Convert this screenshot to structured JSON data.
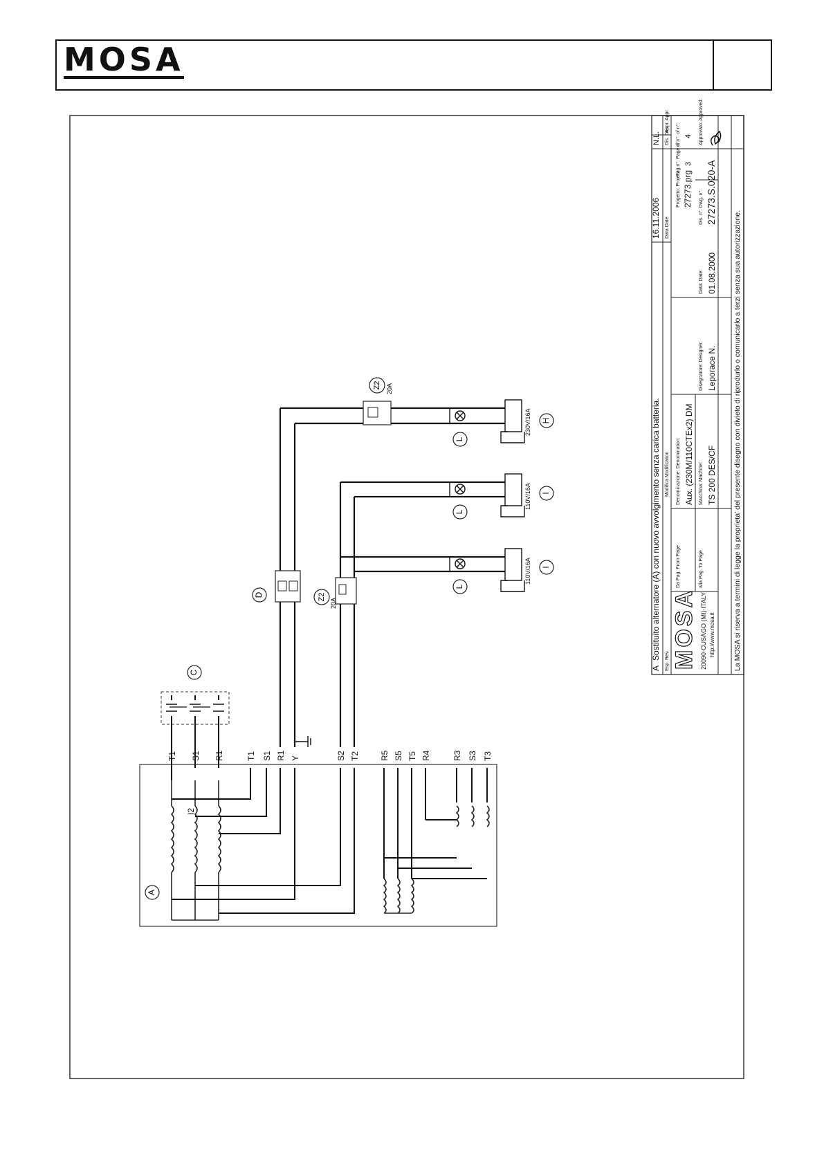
{
  "header": {
    "logo": "MOSA"
  },
  "diagram": {
    "components": {
      "A": "A",
      "C": "C",
      "D": "D",
      "Z2": "Z2",
      "H": "H",
      "I": "I",
      "L": "L"
    },
    "ratings": {
      "z2_left": "20A",
      "z2_right": "20A",
      "socket_h": "230V/16A",
      "socket_i": "110V/16A"
    },
    "terminals": {
      "upper": [
        "T1",
        "S1",
        "R1",
        "T1",
        "S1",
        "R1",
        "Y"
      ],
      "mid": [
        "S2",
        "T2"
      ],
      "lower": [
        "R5",
        "S5",
        "T5",
        "R4",
        "R3",
        "S3",
        "T3"
      ],
      "winding_label": "I2"
    }
  },
  "title_block": {
    "revision_letter": "A",
    "revision_text": "Sostituito alternatore (A) con nuovo avvolgimento senza carica batteria.",
    "revision_date": "16.11.2006",
    "revision_by": "N.L.",
    "label_rev": "Esp. Rev.",
    "label_date": "Data Date",
    "label_modification": "Modifica Modification",
    "label_des": "Dis. Des.",
    "label_appr": "Appr. Appr.",
    "company_logo": "MOSA",
    "company_address": "20090-CUSAGO (MI)-ITALY",
    "company_web": "http://www.mosa.it",
    "label_from_page": "Da Pag. From Page",
    "label_to_page": "alla Pag. To Page",
    "label_denomination": "Denominazione: Denomination:",
    "denomination": "Aux. (230M/110CTEx2) DM",
    "label_machine": "Macchina: Machine:",
    "machine": "TS 200 DES/CF",
    "label_project": "Progetto: Project:",
    "project": "27273.prg",
    "label_page": "Pag.n°: Page n°:",
    "page_n": "3",
    "label_of": "di n°: of n°:",
    "of_n": "4",
    "label_designer": "Disegnatore: Designer:",
    "designer": "Leporace N.",
    "label_data": "Data: Date:",
    "design_date": "01.08.2000",
    "label_drawing": "Dis. n°: Dwg. n°:",
    "drawing_no": "27273.S.020-A",
    "label_approved": "Approvato: Approved:",
    "legal": "La MOSA si riserva a termini di legge la proprieta' del presente disegno con divieto di riprodurlo o comunicarlo a terzi senza sua autorizzazione."
  }
}
